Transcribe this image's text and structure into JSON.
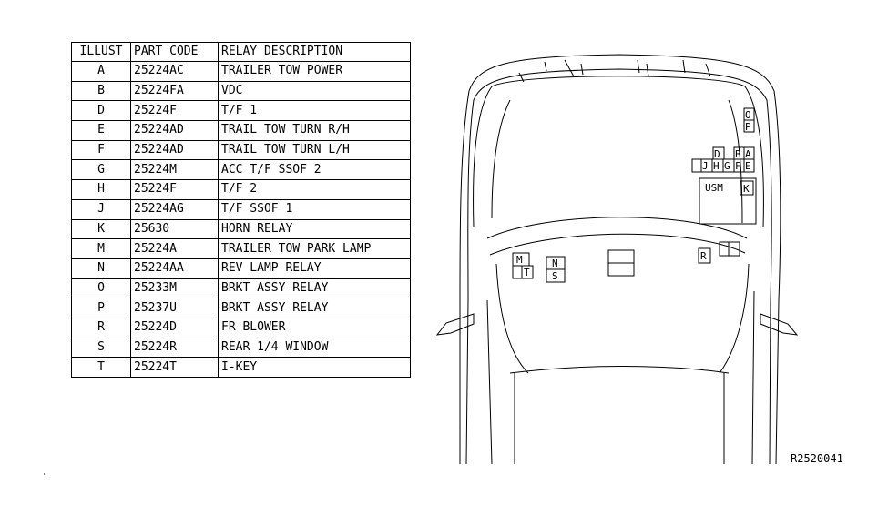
{
  "table": {
    "headers": {
      "illust": "ILLUST",
      "part_code": "PART CODE",
      "description": "RELAY DESCRIPTION"
    },
    "rows": [
      {
        "illust": "A",
        "part_code": "25224AC",
        "description": "TRAILER TOW POWER"
      },
      {
        "illust": "B",
        "part_code": "25224FA",
        "description": "VDC"
      },
      {
        "illust": "D",
        "part_code": "25224F",
        "description": "T/F 1"
      },
      {
        "illust": "E",
        "part_code": "25224AD",
        "description": "TRAIL TOW TURN R/H"
      },
      {
        "illust": "F",
        "part_code": "25224AD",
        "description": "TRAIL TOW TURN L/H"
      },
      {
        "illust": "G",
        "part_code": "25224M",
        "description": "ACC T/F SSOF 2"
      },
      {
        "illust": "H",
        "part_code": "25224F",
        "description": "T/F 2"
      },
      {
        "illust": "J",
        "part_code": "25224AG",
        "description": "T/F SSOF 1"
      },
      {
        "illust": "K",
        "part_code": "25630",
        "description": "HORN RELAY"
      },
      {
        "illust": "M",
        "part_code": "25224A",
        "description": "TRAILER TOW PARK LAMP"
      },
      {
        "illust": "N",
        "part_code": "25224AA",
        "description": "REV LAMP RELAY"
      },
      {
        "illust": "O",
        "part_code": "25233M",
        "description": "BRKT ASSY-RELAY"
      },
      {
        "illust": "P",
        "part_code": "25237U",
        "description": "BRKT ASSY-RELAY"
      },
      {
        "illust": "R",
        "part_code": "25224D",
        "description": "FR BLOWER"
      },
      {
        "illust": "S",
        "part_code": "25224R",
        "description": "REAR 1/4 WINDOW"
      },
      {
        "illust": "T",
        "part_code": "25224T",
        "description": "I-KEY"
      }
    ]
  },
  "diagram": {
    "labels": {
      "O": "O",
      "P": "P",
      "D": "D",
      "B": "B",
      "A": "A",
      "J": "J",
      "H": "H",
      "G": "G",
      "F": "F",
      "E": "E",
      "usm": "USM",
      "K": "K",
      "R": "R",
      "M": "M",
      "T": "T",
      "N": "N",
      "S": "S"
    }
  },
  "reference_code": "R2520041"
}
